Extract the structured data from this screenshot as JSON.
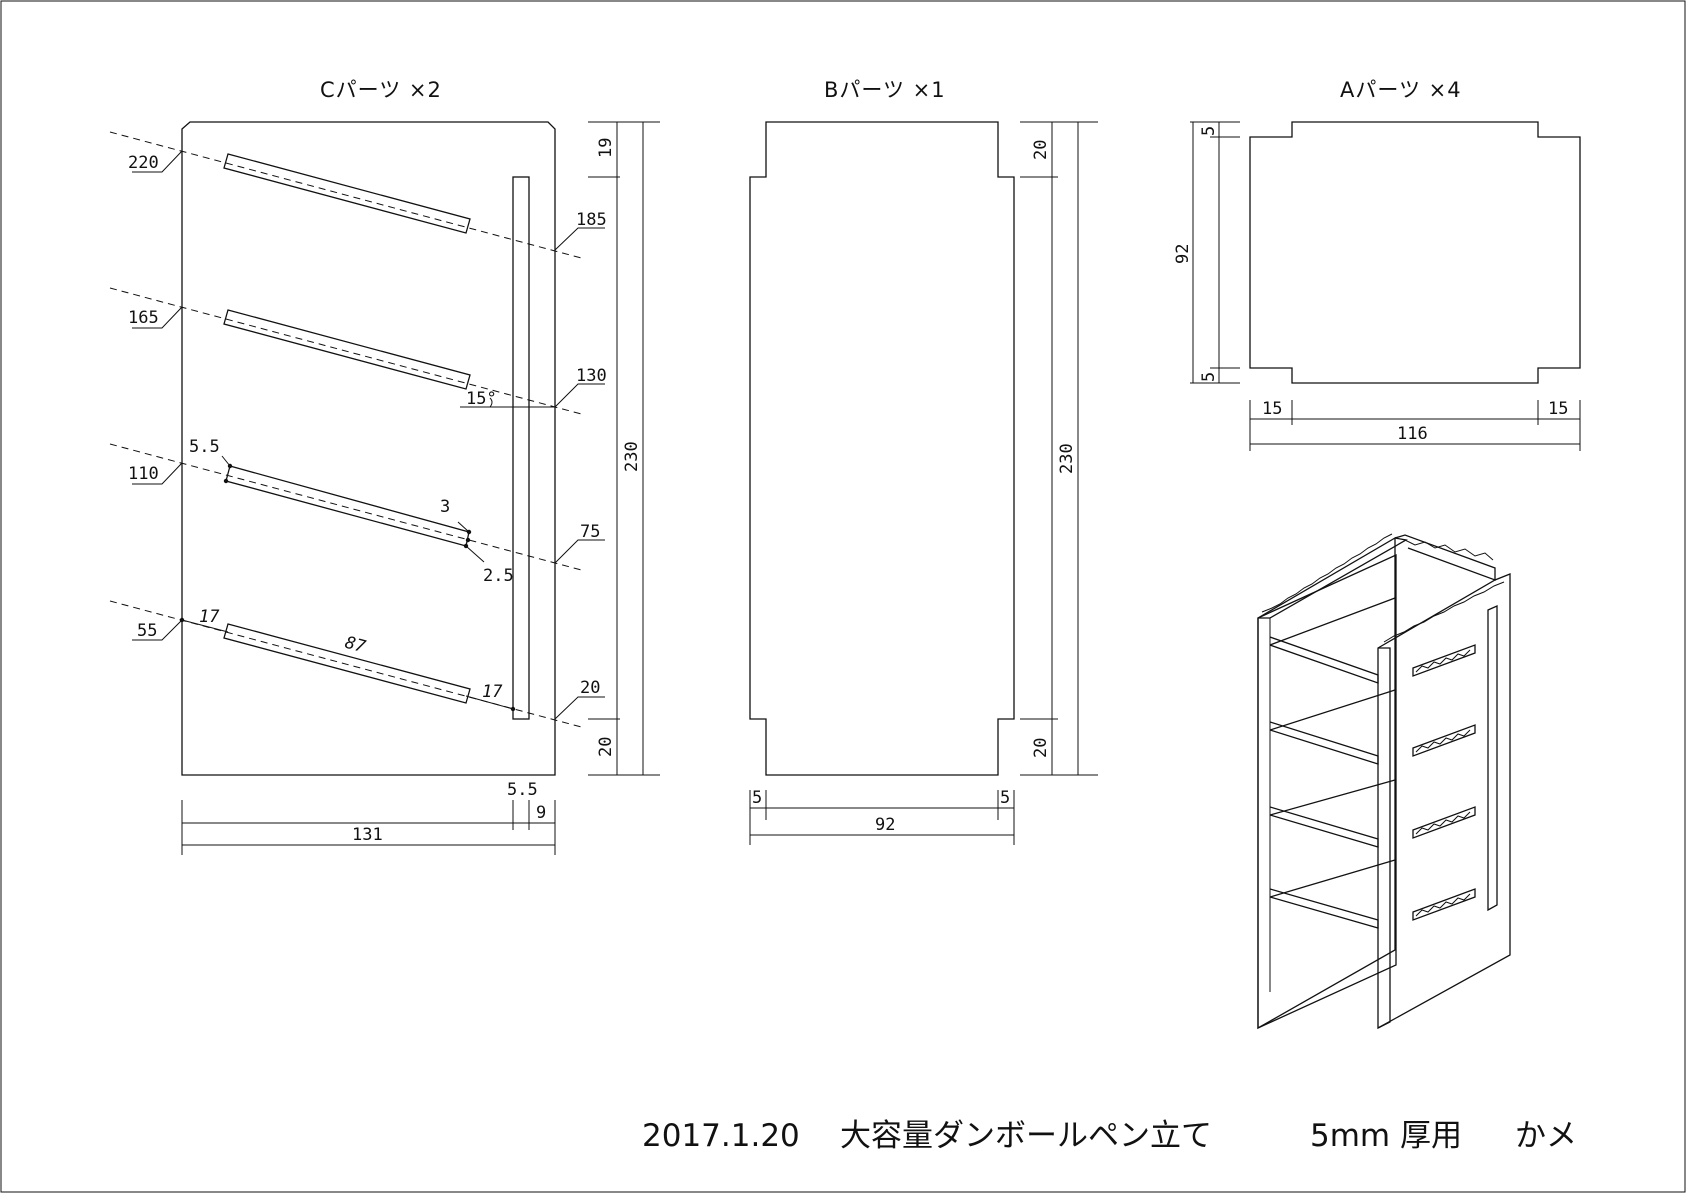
{
  "parts": {
    "c": {
      "title": "Cパーツ ×2",
      "slot_labels": [
        "220",
        "165",
        "110",
        "55"
      ],
      "right_labels": [
        "185",
        "130",
        "75",
        "20"
      ],
      "angle": "15°",
      "detail_5_5": "5.5",
      "detail_3": "3",
      "detail_2_5": "2.5",
      "seg_17a": "17",
      "seg_87": "87",
      "seg_17b": "17",
      "height_top": "19",
      "height_total": "230",
      "height_bottom": "20",
      "width_total": "131",
      "width_5_5": "5.5",
      "width_9": "9"
    },
    "b": {
      "title": "Bパーツ ×1",
      "height_top": "20",
      "height_total": "230",
      "height_bottom": "20",
      "width_left": "5",
      "width_total": "92",
      "width_right": "5"
    },
    "a": {
      "title": "Aパーツ ×4",
      "height_top": "5",
      "height_total": "92",
      "height_bottom": "5",
      "width_left": "15",
      "width_total": "116",
      "width_right": "15"
    }
  },
  "footer": {
    "date": "2017.1.20",
    "title": "大容量ダンボールペン立て",
    "spec": "5mm 厚用",
    "author": "かメ"
  }
}
